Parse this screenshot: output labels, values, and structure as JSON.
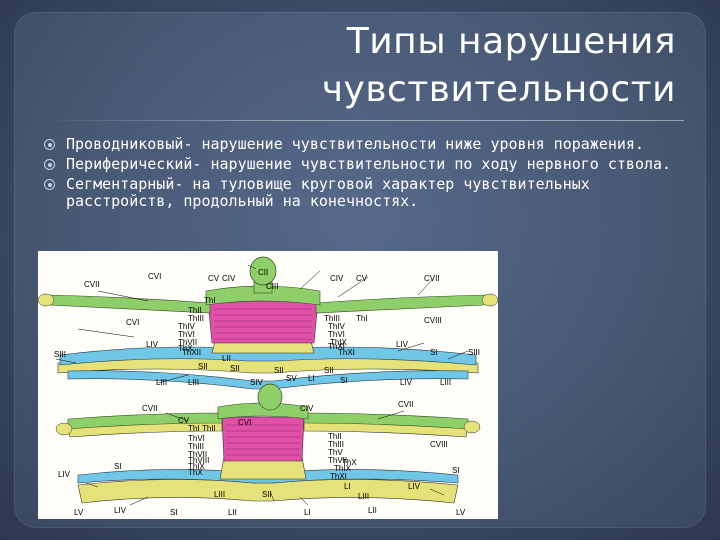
{
  "title": {
    "line1": "Типы нарушения",
    "line2": "чувствительности"
  },
  "bullets": [
    {
      "text": "Проводниковый- нарушение чувствительности ниже уровня поражения.",
      "icon": "circle-bullet-icon"
    },
    {
      "text": "Периферический- нарушение чувствительности по ходу нервного ствола.",
      "icon": "circle-bullet-icon"
    },
    {
      "text": "Сегментарный- на туловище круговой характер  чувствительных расстройств, продольный на конечностях.",
      "icon": "circle-bullet-icon"
    }
  ],
  "figure": {
    "colors": {
      "cervical": "#8fcf6a",
      "thoracic": "#e04fa8",
      "lumbar": "#6fc6e6",
      "sacral": "#e6e27a",
      "background": "#fefdf8"
    },
    "top_labels": [
      "CII",
      "CVI",
      "CV",
      "CIV",
      "CIII",
      "CIV",
      "CV",
      "CVII",
      "CVII",
      "CVI",
      "ThI",
      "ThII",
      "ThIII",
      "ThIV",
      "ThVI",
      "ThVII",
      "ThX",
      "ThXI",
      "ThXII",
      "LIV",
      "LII",
      "LIII",
      "SII",
      "SIII",
      "SIV",
      "SV",
      "LI",
      "SI",
      "ThI",
      "ThIII",
      "ThIV",
      "ThVI",
      "ThIX",
      "ThXI",
      "LIV",
      "SI",
      "SIII",
      "CVIII",
      "SII",
      "LIV",
      "LIII",
      "LIII",
      "SII",
      "SII"
    ],
    "bottom_labels": [
      "CVII",
      "CV",
      "CVI",
      "ThI",
      "ThII",
      "CIV",
      "ThVI",
      "ThIII",
      "ThVII",
      "ThVIII",
      "ThIX",
      "ThX",
      "ThXI",
      "LI",
      "LII",
      "SI",
      "LIV",
      "SII",
      "LV",
      "LIV",
      "SI",
      "LIII",
      "ThII",
      "ThIII",
      "ThV",
      "ThVII",
      "ThIX",
      "ThX",
      "CVII",
      "CVIII",
      "SI",
      "LV",
      "LI",
      "LII",
      "LIII",
      "LIV"
    ]
  }
}
